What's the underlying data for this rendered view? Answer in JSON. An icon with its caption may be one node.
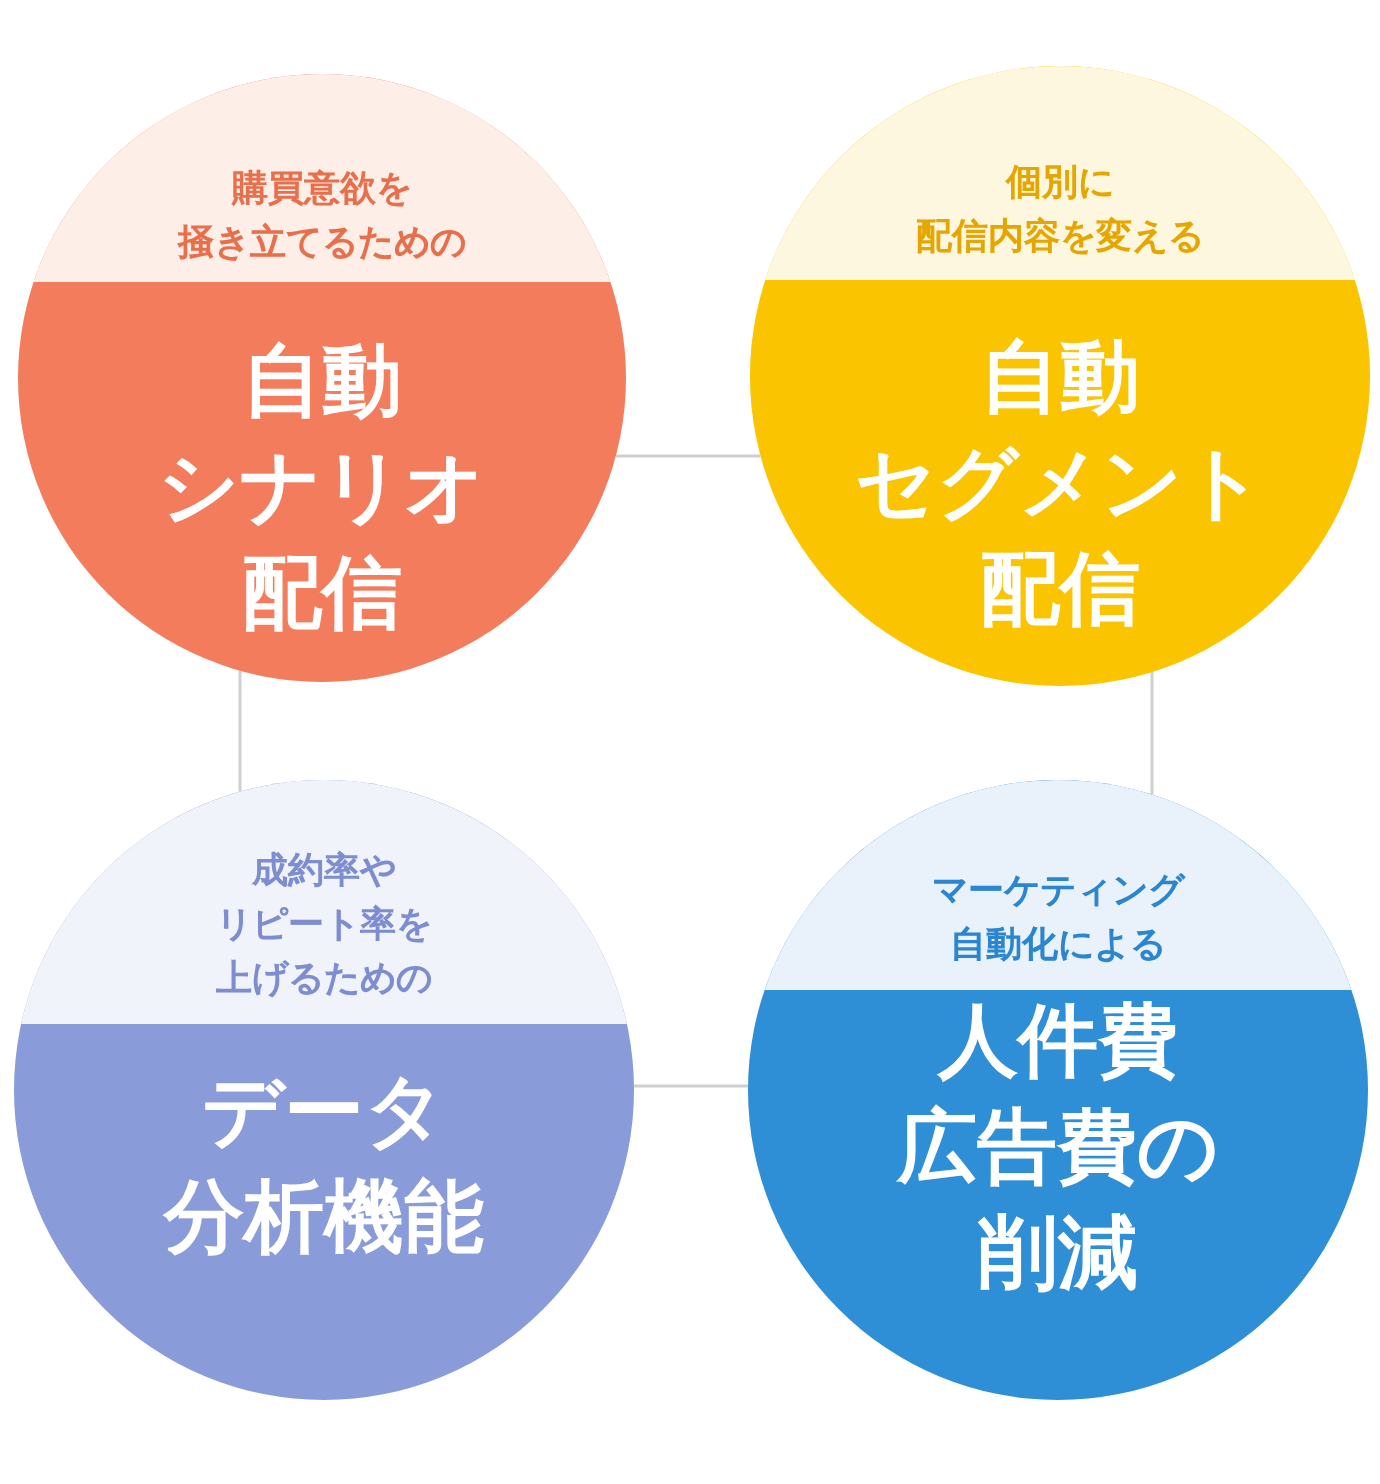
{
  "diagram": {
    "nodes": [
      {
        "text": [
          "購買意欲を掻き立てるための",
          "自動シナリオ配信"
        ]
      },
      {
        "text": [
          "個別に配信内容を変える",
          "自動セグメント配信"
        ]
      },
      {
        "text": [
          "成約率やリピート率を上げるための",
          "データ分析機能"
        ]
      },
      {
        "text": [
          "マーケティング自動化による",
          "人件費広告費の削減"
        ]
      }
    ],
    "edges": [
      {
        "from": 0,
        "to": 1,
        "arrow": "none"
      },
      {
        "from": 0,
        "to": 2,
        "arrow": "none"
      },
      {
        "from": 1,
        "to": 3,
        "arrow": "none"
      },
      {
        "from": 2,
        "to": 3,
        "arrow": "none"
      }
    ]
  }
}
